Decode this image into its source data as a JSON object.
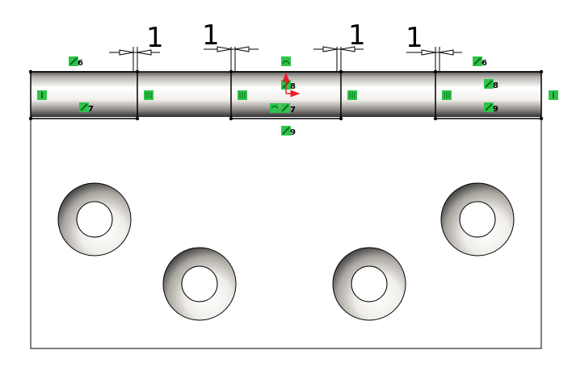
{
  "viewport": {
    "title": ""
  },
  "dimensions": [
    {
      "id": "d1",
      "value": "1"
    },
    {
      "id": "d2",
      "value": "1"
    },
    {
      "id": "d3",
      "value": "1"
    },
    {
      "id": "d4",
      "value": "1"
    }
  ],
  "relations": [
    {
      "id": "r-top-left",
      "icon": "coincident-icon",
      "number": "6"
    },
    {
      "id": "r-top-right",
      "icon": "coincident-icon",
      "number": "6"
    },
    {
      "id": "r-mid-left",
      "icon": "coincident-icon",
      "number": "7"
    },
    {
      "id": "r-center-upper",
      "icon": "coincident-icon",
      "number": "8"
    },
    {
      "id": "r-center-mid",
      "icon": "coincident-icon",
      "number": "7"
    },
    {
      "id": "r-center-lower",
      "icon": "coincident-icon",
      "number": "9"
    },
    {
      "id": "r-right-upper",
      "icon": "coincident-icon",
      "number": "8"
    },
    {
      "id": "r-right-lower",
      "icon": "coincident-icon",
      "number": "9"
    }
  ],
  "colors": {
    "relation_green": "#2ec44a",
    "relation_dark": "#0b6b1e",
    "origin_red": "#e8202a",
    "edge": "#000000",
    "shade_light": "#ffffff",
    "shade_dark": "#3a3a3a"
  }
}
